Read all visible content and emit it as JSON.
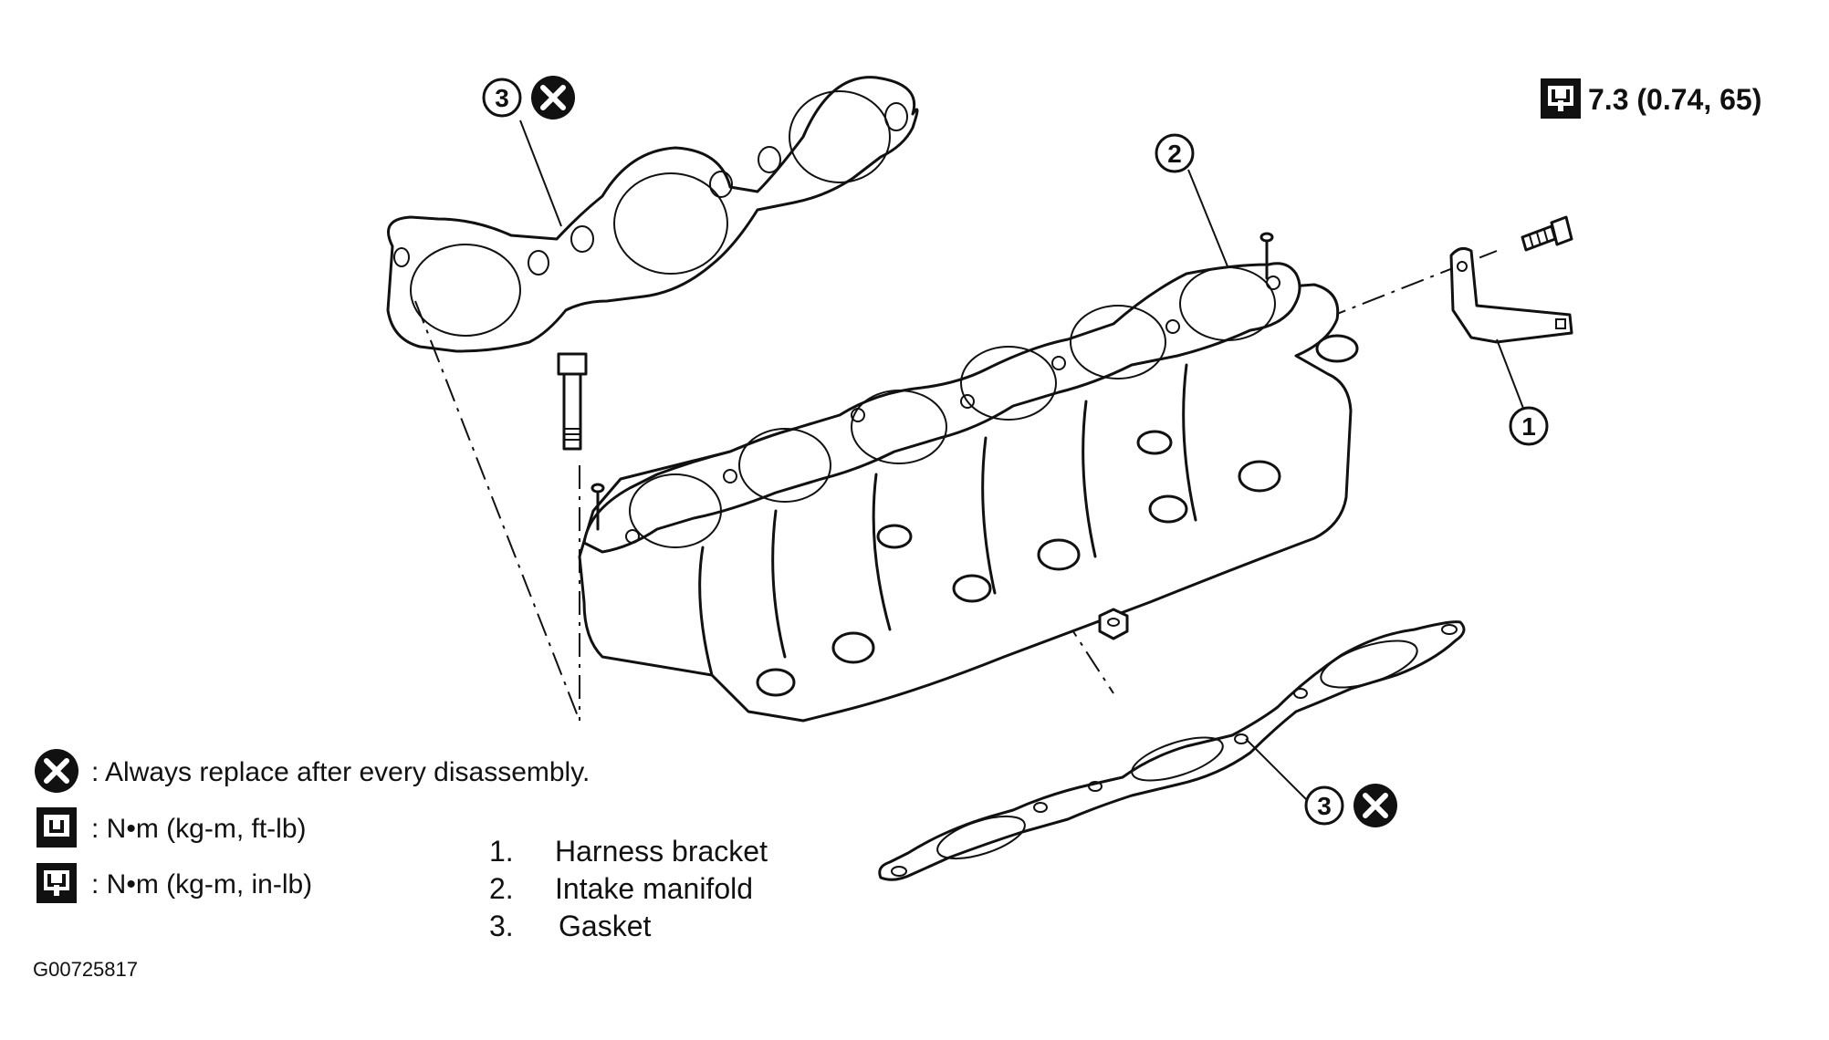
{
  "torque_spec": {
    "icon": "torque-wrench-inlb-icon",
    "value": "7.3 (0.74, 65)"
  },
  "callouts": {
    "bracket": "1",
    "manifold": "2",
    "gasket_upper": "3",
    "gasket_lower": "3"
  },
  "legend": [
    {
      "icon": "replace-x-icon",
      "text": ": Always replace after every disassembly."
    },
    {
      "icon": "torque-wrench-ftlb-icon",
      "text": ": N•m  (kg-m,  ft-lb)"
    },
    {
      "icon": "torque-wrench-inlb-icon",
      "text": ": N•m  (kg-m,  in-lb)"
    }
  ],
  "parts_list": [
    {
      "num": "1.",
      "name": "Harness bracket"
    },
    {
      "num": "2.",
      "name": "Intake manifold"
    },
    {
      "num": "3.",
      "name": "Gasket"
    }
  ],
  "figure_id": "G00725817"
}
